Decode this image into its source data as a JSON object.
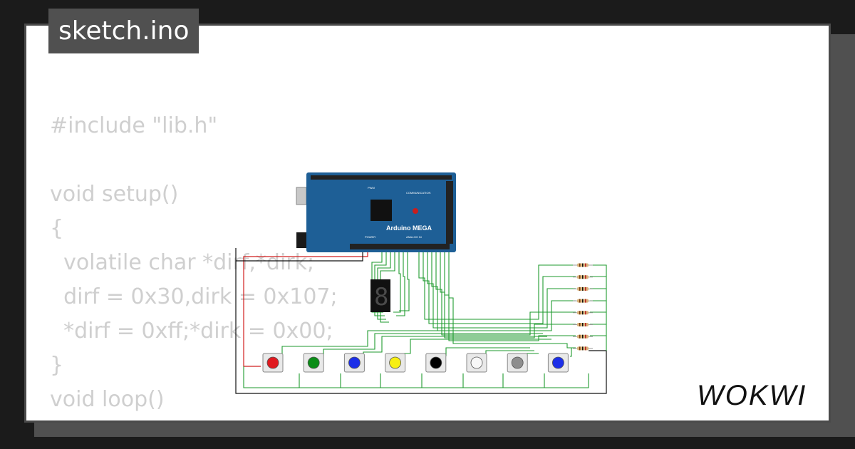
{
  "sketch": {
    "filename": "sketch.ino"
  },
  "code": {
    "lines": [
      "#include \"lib.h\"",
      "",
      "void setup()",
      "{",
      "  volatile char *dirf,*dirk;",
      "  dirf = 0x30,dirk = 0x107;",
      "  *dirf = 0xff;*dirk = 0x00;",
      "}",
      "void loop()",
      "{"
    ]
  },
  "board": {
    "label": "Arduino MEGA",
    "header_labels": {
      "pwm": "PWM",
      "communication": "COMMUNICATION",
      "power": "POWER",
      "analog_in": "ANALOG IN"
    },
    "color": "#1e5f96"
  },
  "buttons": [
    {
      "color": "#e0191f"
    },
    {
      "color": "#0b8d17"
    },
    {
      "color": "#1b2ee8"
    },
    {
      "color": "#f7ef12"
    },
    {
      "color": "#000000"
    },
    {
      "color": "#f8f8f8"
    },
    {
      "color": "#8e8e8e"
    },
    {
      "color": "#1b2ee8"
    }
  ],
  "resistor_count": 8,
  "brand": {
    "name": "WOKWI"
  },
  "colors": {
    "wire_green": "#1e9a2e",
    "wire_red": "#d11f1f",
    "wire_black": "#111111"
  }
}
